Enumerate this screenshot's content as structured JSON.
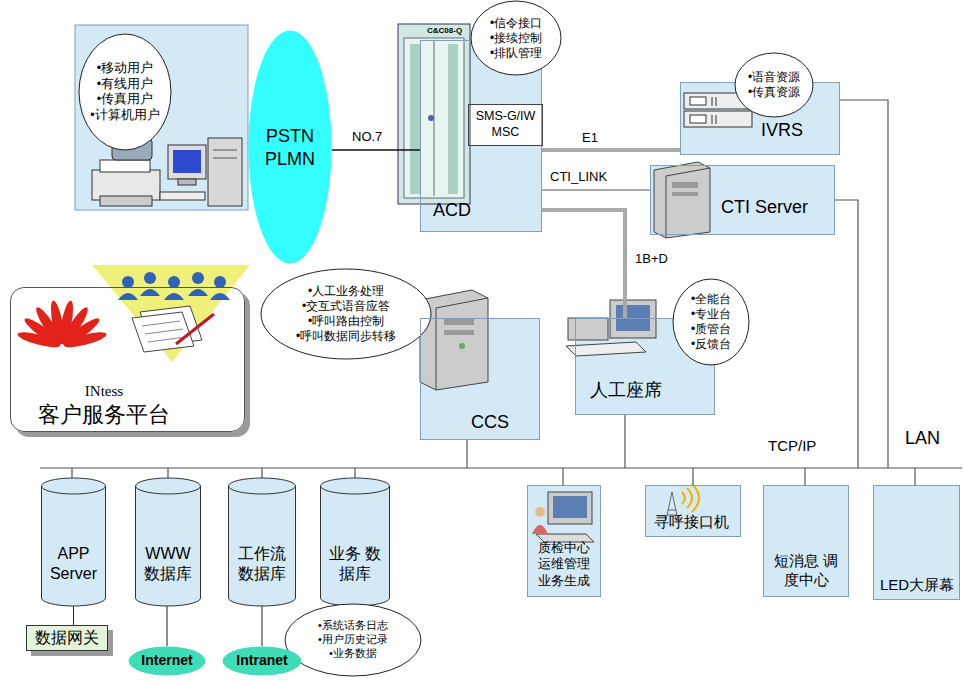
{
  "diagram": {
    "nodes": [
      {
        "text": [
          "•移动用户",
          "•有线用户",
          "•传真用户",
          "•计算机用户"
        ]
      },
      {
        "text": [
          "PSTN PLMN"
        ]
      },
      {
        "text": [
          "ACD"
        ]
      },
      {
        "text": [
          "SMS-G/IW MSC"
        ],
        "in": 2
      },
      {
        "text": [
          "•信令接口",
          "•接续控制",
          "•排队管理"
        ]
      },
      {
        "text": [
          "IVRS"
        ]
      },
      {
        "text": [
          "•语音资源",
          "•传真资源"
        ]
      },
      {
        "text": [
          "CTI Server"
        ]
      },
      {
        "text": [
          "•人工业务处理",
          "•交互式语音应答",
          "•呼叫路由控制",
          "•呼叫数据同步转移"
        ]
      },
      {
        "text": [
          "CCS"
        ]
      },
      {
        "text": [
          "人工座席"
        ]
      },
      {
        "text": [
          "•全能台",
          "•专业台",
          "•质管台",
          "•反馈台"
        ]
      },
      {
        "text": [
          "INtess",
          "客户服务平台"
        ]
      },
      {
        "text": [
          "APP Server"
        ]
      },
      {
        "text": [
          "WWW 数据库"
        ]
      },
      {
        "text": [
          "工作流 数据库"
        ]
      },
      {
        "text": [
          "业务 数据库"
        ]
      },
      {
        "text": [
          "•系统话务日志",
          "•用户历史记录",
          "•业务数据"
        ]
      },
      {
        "text": [
          "数据网关"
        ]
      },
      {
        "text": [
          "Internet"
        ]
      },
      {
        "text": [
          "Intranet"
        ]
      },
      {
        "text": [
          "质检中心 运维管理 业务生成"
        ]
      },
      {
        "text": [
          "寻呼接口机"
        ]
      },
      {
        "text": [
          "短消息 调度中心"
        ]
      },
      {
        "text": [
          "LED大屏幕"
        ]
      }
    ],
    "edges": [
      {
        "from": 1,
        "to": 2,
        "label": "NO.7",
        "arrow": "none"
      },
      {
        "from": 2,
        "to": 5,
        "label": "E1",
        "arrow": "none"
      },
      {
        "from": 2,
        "to": 7,
        "label": "CTI_LINK",
        "arrow": "none"
      },
      {
        "from": 2,
        "to": 10,
        "label": "1B+D",
        "arrow": "none"
      },
      {
        "from": 13,
        "to": 18,
        "arrow": "none"
      },
      {
        "from": 14,
        "to": 19,
        "arrow": "none"
      },
      {
        "from": 15,
        "to": 20,
        "arrow": "none"
      }
    ],
    "labels": [
      "C&C08-Q",
      "TCP/IP",
      "LAN"
    ]
  }
}
